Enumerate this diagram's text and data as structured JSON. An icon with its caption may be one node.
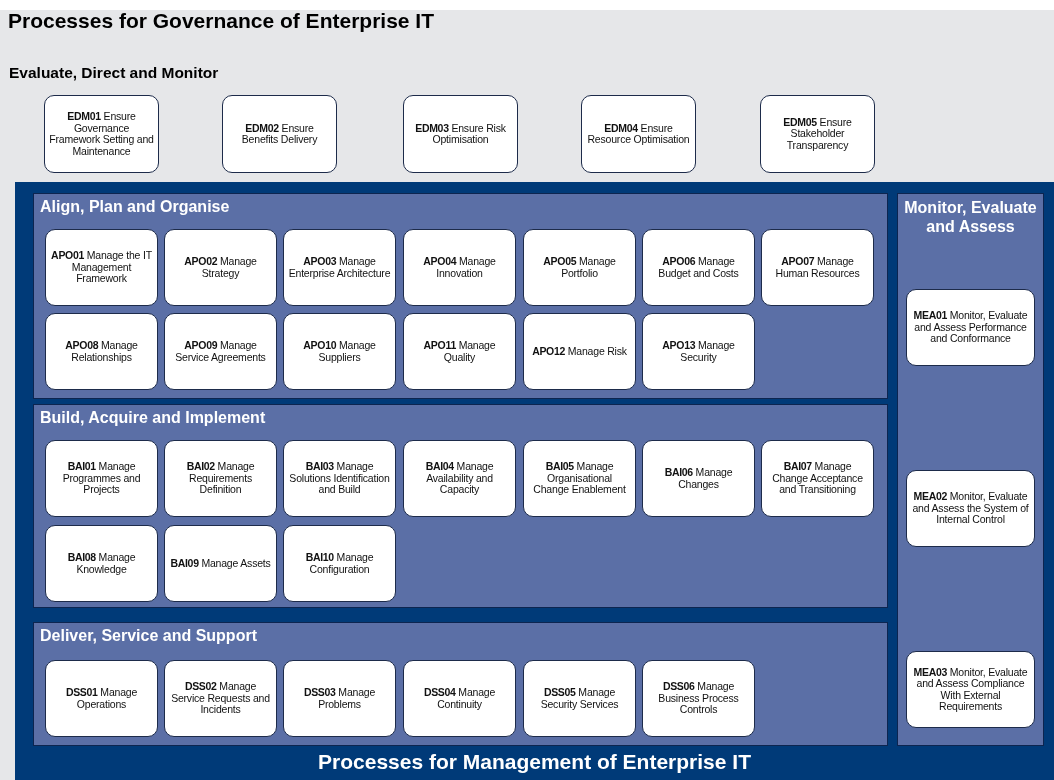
{
  "diagram": {
    "title": "Processes for Governance of Enterprise IT",
    "labels": [
      "Evaluate, Direct and Monitor"
    ],
    "nodes": [
      {
        "text": [
          "**EDM01** Ensure Governance Framework Setting and Maintenance"
        ]
      },
      {
        "text": [
          "**EDM02** Ensure Benefits Delivery"
        ]
      },
      {
        "text": [
          "**EDM03** Ensure Risk Optimisation"
        ]
      },
      {
        "text": [
          "**EDM04** Ensure Resource Optimisation"
        ]
      },
      {
        "text": [
          "**EDM05** Ensure Stakeholder Transparency"
        ]
      },
      {
        "text": [
          "Processes for Management of Enterprise IT"
        ]
      },
      {
        "text": [
          "Align, Plan and Organise"
        ],
        "in": 5
      },
      {
        "text": [
          "**APO01** Manage the IT Management Framework"
        ],
        "in": 6
      },
      {
        "text": [
          "**APO02** Manage Strategy"
        ],
        "in": 6
      },
      {
        "text": [
          "**APO03** Manage Enterprise Architecture"
        ],
        "in": 6
      },
      {
        "text": [
          "**APO04** Manage Innovation"
        ],
        "in": 6
      },
      {
        "text": [
          "**APO05** Manage Portfolio"
        ],
        "in": 6
      },
      {
        "text": [
          "**APO06** Manage Budget and Costs"
        ],
        "in": 6
      },
      {
        "text": [
          "**APO07** Manage Human Resources"
        ],
        "in": 6
      },
      {
        "text": [
          "**APO08** Manage Relationships"
        ],
        "in": 6
      },
      {
        "text": [
          "**APO09** Manage Service Agreements"
        ],
        "in": 6
      },
      {
        "text": [
          "**APO10** Manage Suppliers"
        ],
        "in": 6
      },
      {
        "text": [
          "**APO11** Manage Quality"
        ],
        "in": 6
      },
      {
        "text": [
          "**APO12** Manage Risk"
        ],
        "in": 6
      },
      {
        "text": [
          "**APO13** Manage Security"
        ],
        "in": 6
      },
      {
        "text": [
          "Build, Acquire and Implement"
        ],
        "in": 5
      },
      {
        "text": [
          "**BAI01** Manage Programmes and Projects"
        ],
        "in": 20
      },
      {
        "text": [
          "**BAI02** Manage Requirements Definition"
        ],
        "in": 20
      },
      {
        "text": [
          "**BAI03** Manage Solutions Identification and Build"
        ],
        "in": 20
      },
      {
        "text": [
          "**BAI04** Manage Availability and Capacity"
        ],
        "in": 20
      },
      {
        "text": [
          "**BAI05** Manage Organisational Change Enablement"
        ],
        "in": 20
      },
      {
        "text": [
          "**BAI06** Manage Changes"
        ],
        "in": 20
      },
      {
        "text": [
          "**BAI07** Manage Change Acceptance and Transitioning"
        ],
        "in": 20
      },
      {
        "text": [
          "**BAI08** Manage Knowledge"
        ],
        "in": 20
      },
      {
        "text": [
          "**BAI09** Manage Assets"
        ],
        "in": 20
      },
      {
        "text": [
          "**BAI10** Manage Configuration"
        ],
        "in": 20
      },
      {
        "text": [
          "Deliver, Service and Support"
        ],
        "in": 5
      },
      {
        "text": [
          "**DSS01** Manage Operations"
        ],
        "in": 31
      },
      {
        "text": [
          "**DSS02** Manage Service Requests and Incidents"
        ],
        "in": 31
      },
      {
        "text": [
          "**DSS03** Manage Problems"
        ],
        "in": 31
      },
      {
        "text": [
          "**DSS04** Manage Continuity"
        ],
        "in": 31
      },
      {
        "text": [
          "**DSS05** Manage Security Services"
        ],
        "in": 31
      },
      {
        "text": [
          "**DSS06** Manage Business Process Controls"
        ],
        "in": 31
      },
      {
        "text": [
          "Monitor, Evaluate and Assess"
        ],
        "in": 5
      },
      {
        "text": [
          "**MEA01** Monitor, Evaluate and Assess Performance and Conformance"
        ],
        "in": 38
      },
      {
        "text": [
          "**MEA02** Monitor, Evaluate and Assess the System of Internal Control"
        ],
        "in": 38
      },
      {
        "text": [
          "**MEA03** Monitor, Evaluate and Assess Compliance With External Requirements"
        ],
        "in": 38
      }
    ]
  }
}
